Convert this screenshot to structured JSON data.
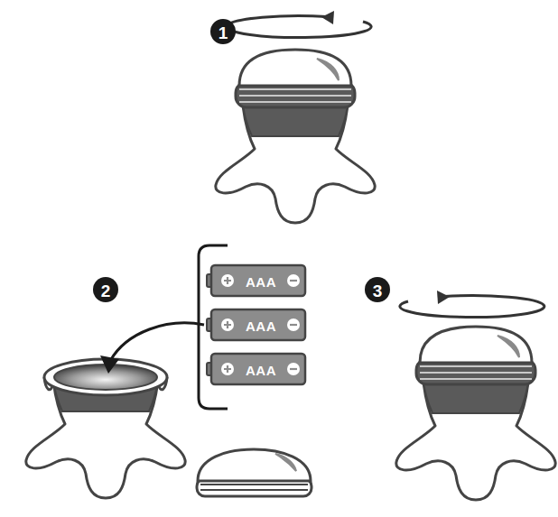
{
  "diagram": {
    "labels": [
      "1",
      "2",
      "AAA",
      "AAA",
      "AAA",
      "3"
    ]
  }
}
